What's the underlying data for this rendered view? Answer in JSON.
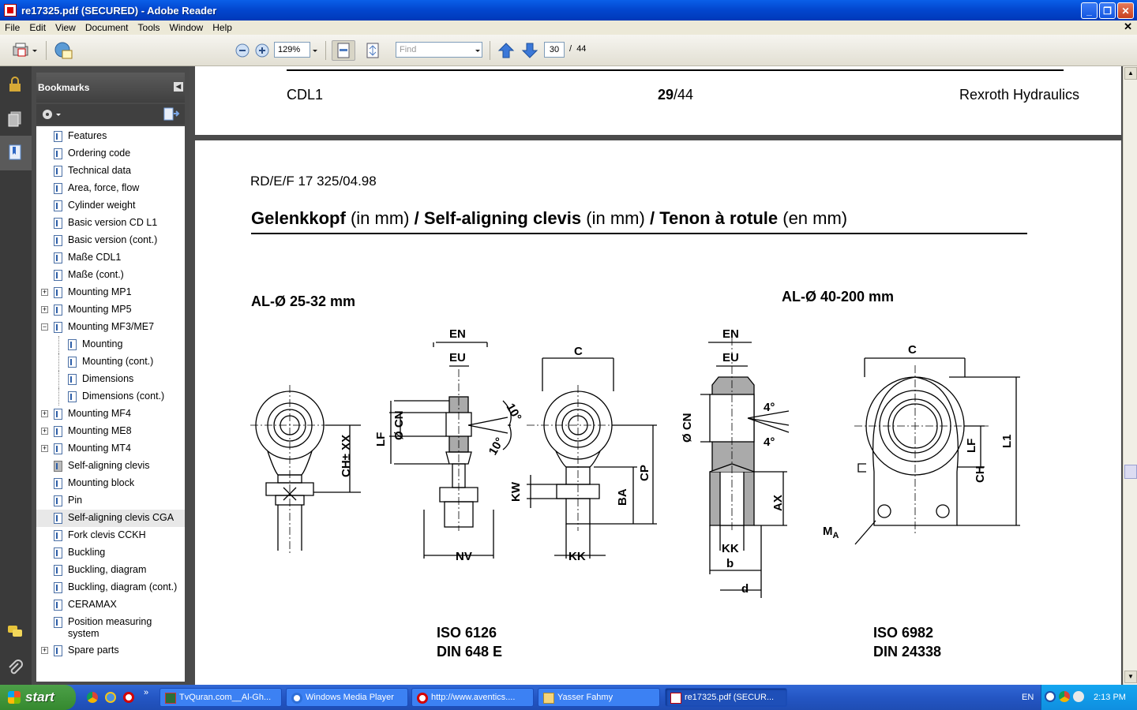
{
  "window": {
    "title": "re17325.pdf (SECURED) - Adobe Reader"
  },
  "menu": [
    "File",
    "Edit",
    "View",
    "Document",
    "Tools",
    "Window",
    "Help"
  ],
  "toolbar": {
    "zoom": "129%",
    "find_placeholder": "Find",
    "page_current": "30",
    "page_sep": "/",
    "page_total": "44"
  },
  "bookmarks": {
    "title": "Bookmarks",
    "items": [
      {
        "label": "Features",
        "indent": 0,
        "expand": ""
      },
      {
        "label": "Ordering code",
        "indent": 0,
        "expand": ""
      },
      {
        "label": "Technical data",
        "indent": 0,
        "expand": ""
      },
      {
        "label": "Area, force, flow",
        "indent": 0,
        "expand": ""
      },
      {
        "label": "Cylinder weight",
        "indent": 0,
        "expand": ""
      },
      {
        "label": "Basic version CD L1",
        "indent": 0,
        "expand": ""
      },
      {
        "label": "Basic version (cont.)",
        "indent": 0,
        "expand": ""
      },
      {
        "label": "Maße CDL1",
        "indent": 0,
        "expand": ""
      },
      {
        "label": "Maße (cont.)",
        "indent": 0,
        "expand": ""
      },
      {
        "label": "Mounting MP1",
        "indent": 0,
        "expand": "+"
      },
      {
        "label": "Mounting MP5",
        "indent": 0,
        "expand": "+"
      },
      {
        "label": "Mounting MF3/ME7",
        "indent": 0,
        "expand": "-"
      },
      {
        "label": "Mounting",
        "indent": 1,
        "expand": ""
      },
      {
        "label": "Mounting  (cont.)",
        "indent": 1,
        "expand": ""
      },
      {
        "label": "Dimensions",
        "indent": 1,
        "expand": ""
      },
      {
        "label": "Dimensions (cont.)",
        "indent": 1,
        "expand": ""
      },
      {
        "label": "Mounting MF4",
        "indent": 0,
        "expand": "+"
      },
      {
        "label": "Mounting ME8",
        "indent": 0,
        "expand": "+"
      },
      {
        "label": "Mounting MT4",
        "indent": 0,
        "expand": "+"
      },
      {
        "label": "Self-aligning clevis",
        "indent": 0,
        "expand": "",
        "grey": true
      },
      {
        "label": "Mounting block",
        "indent": 0,
        "expand": ""
      },
      {
        "label": "Pin",
        "indent": 0,
        "expand": ""
      },
      {
        "label": "Self-aligning clevis CGA",
        "indent": 0,
        "expand": "",
        "selected": true
      },
      {
        "label": "Fork clevis CCKH",
        "indent": 0,
        "expand": ""
      },
      {
        "label": "Buckling",
        "indent": 0,
        "expand": ""
      },
      {
        "label": "Buckling, diagram",
        "indent": 0,
        "expand": ""
      },
      {
        "label": "Buckling, diagram (cont.)",
        "indent": 0,
        "expand": ""
      },
      {
        "label": "CERAMAX",
        "indent": 0,
        "expand": ""
      },
      {
        "label": "Position measuring",
        "label2": "system",
        "indent": 0,
        "expand": ""
      },
      {
        "label": "Spare parts",
        "indent": 0,
        "expand": "+"
      }
    ]
  },
  "page_header": {
    "left": "CDL1",
    "page_bold": "29",
    "page_rest": "/44",
    "right": "Rexroth Hydraulics"
  },
  "page": {
    "ref": "RD/E/F 17 325/04.98",
    "title_de": "Gelenkkopf",
    "title_de_unit": "(in mm)",
    "slash1": "/",
    "title_en": "Self-aligning clevis",
    "title_en_unit": "(in mm)",
    "slash2": "/",
    "title_fr": "Tenon à rotule",
    "title_fr_unit": "(en mm)",
    "left_heading": "AL-Ø 25-32 mm",
    "right_heading": "AL-Ø 40-200 mm",
    "left_std1": "ISO 6126",
    "left_std2": "DIN 648 E",
    "right_std1": "ISO 6982",
    "right_std2": "DIN 24338",
    "dims": {
      "EN": "EN",
      "EU": "EU",
      "C": "C",
      "CN": "Ø CN",
      "LF": "LF",
      "CHXX": "CH± XX",
      "CP": "CP",
      "BA": "BA",
      "KW": "KW",
      "NV": "NV",
      "KK": "KK",
      "deg10": "10°",
      "deg4": "4°",
      "AX": "AX",
      "b": "b",
      "d": "d",
      "L1": "L1",
      "CH": "CH",
      "MA": "M",
      "MA_sub": "A"
    }
  },
  "taskbar": {
    "start": "start",
    "tasks": [
      "TvQuran.com__Al-Gh...",
      "Windows Media Player",
      "http://www.aventics....",
      "Yasser Fahmy",
      "re17325.pdf (SECUR..."
    ],
    "lang": "EN",
    "clock": "2:13 PM"
  }
}
